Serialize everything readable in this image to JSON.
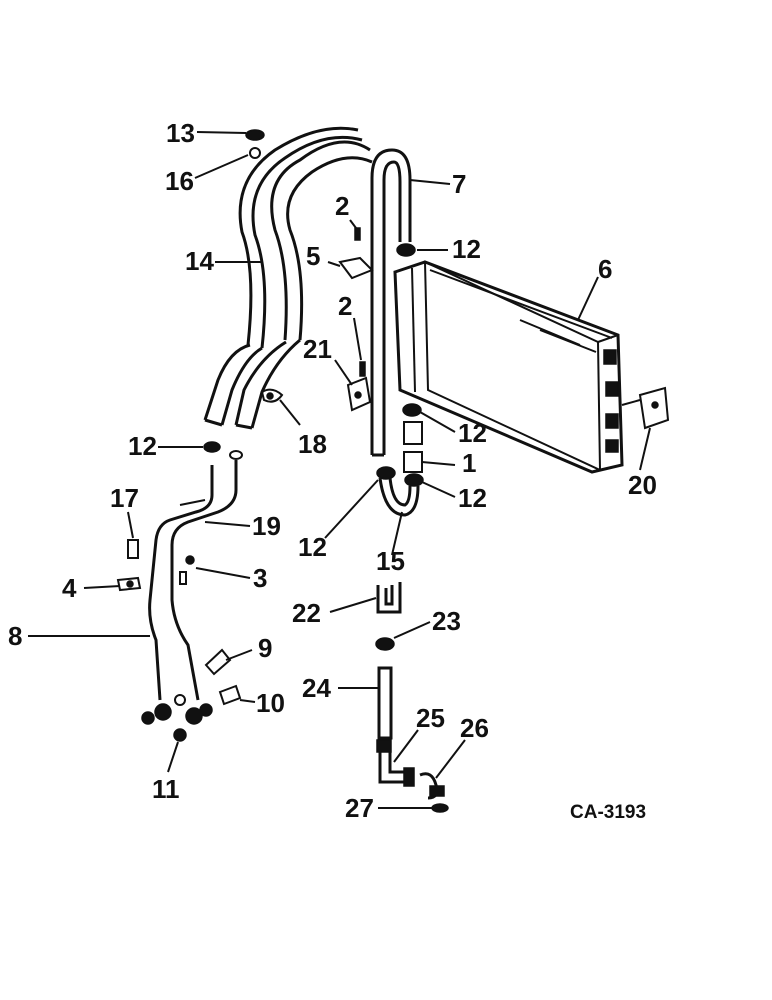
{
  "figure_code": "CA-3193",
  "callouts": [
    "1",
    "2",
    "3",
    "4",
    "5",
    "6",
    "7",
    "8",
    "9",
    "10",
    "11",
    "12",
    "13",
    "14",
    "15",
    "16",
    "17",
    "18",
    "19",
    "20",
    "21",
    "22",
    "23",
    "24",
    "25",
    "26",
    "27"
  ]
}
